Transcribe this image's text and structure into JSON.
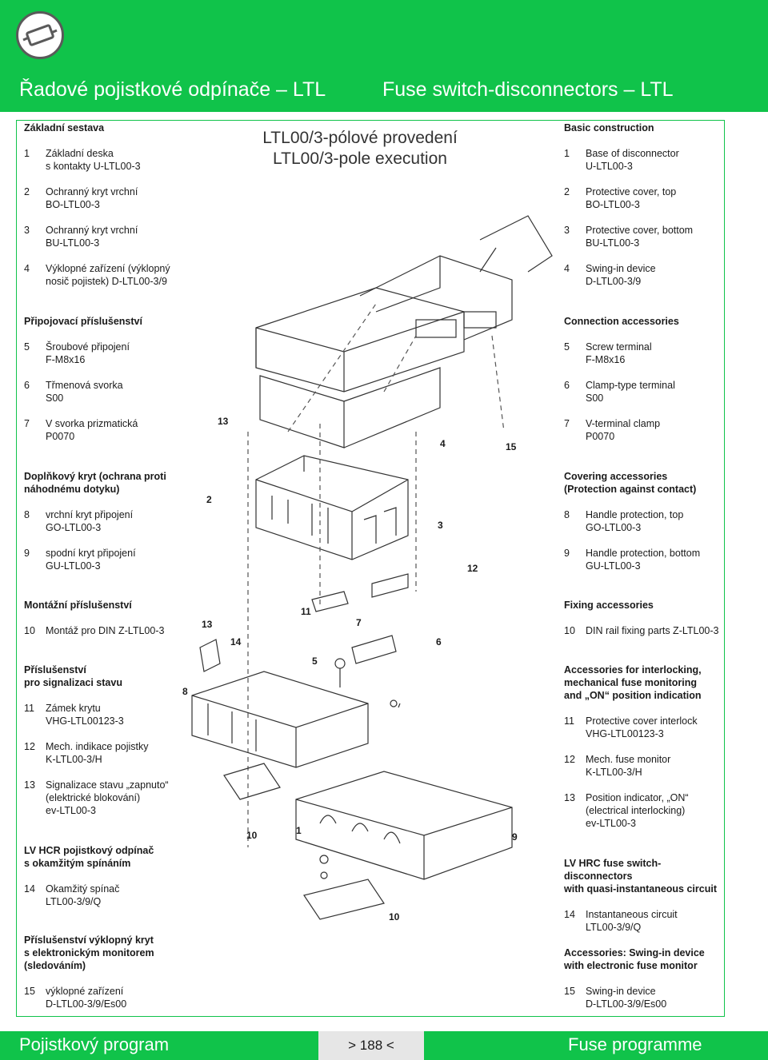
{
  "header": {
    "title_cz": "Řadové pojistkové odpínače – LTL",
    "title_en": "Fuse switch-disconnectors – LTL"
  },
  "center_title": {
    "line1": "LTL00/3-pólové provedení",
    "line2": "LTL00/3-pole execution"
  },
  "left": {
    "sections": [
      {
        "title": "Základní sestava",
        "items": [
          {
            "num": "1",
            "text": "Základní deska\ns kontakty U-LTL00-3"
          },
          {
            "num": "2",
            "text": "Ochranný kryt vrchní\nBO-LTL00-3"
          },
          {
            "num": "3",
            "text": "Ochranný kryt vrchní\nBU-LTL00-3"
          },
          {
            "num": "4",
            "text": "Výklopné zařízení (výklopný\nnosič pojistek) D-LTL00-3/9"
          }
        ]
      },
      {
        "title": "Připojovací příslušenství",
        "items": [
          {
            "num": "5",
            "text": "Šroubové připojení\nF-M8x16"
          },
          {
            "num": "6",
            "text": "Třmenová svorka\nS00"
          },
          {
            "num": "7",
            "text": "V svorka prizmatická\nP0070"
          }
        ]
      },
      {
        "title": "Doplňkový kryt (ochrana proti\nnáhodnému dotyku)",
        "items": [
          {
            "num": "8",
            "text": "vrchní kryt připojení\nGO-LTL00-3"
          },
          {
            "num": "9",
            "text": "spodní kryt připojení\nGU-LTL00-3"
          }
        ]
      },
      {
        "title": "Montážní příslušenství",
        "items": [
          {
            "num": "10",
            "text": "Montáž pro DIN Z-LTL00-3"
          }
        ]
      },
      {
        "title": "Příslušenství\npro signalizaci stavu",
        "items": [
          {
            "num": "11",
            "text": "Zámek krytu\nVHG-LTL00123-3"
          },
          {
            "num": "12",
            "text": "Mech. indikace pojistky\nK-LTL00-3/H"
          },
          {
            "num": "13",
            "text": "Signalizace stavu „zapnuto“\n(elektrické blokování)\nev-LTL00-3"
          }
        ]
      },
      {
        "title": "LV HCR pojistkový odpínač\ns okamžitým spínáním",
        "items": [
          {
            "num": "14",
            "text": "Okamžitý spínač\nLTL00-3/9/Q"
          }
        ]
      },
      {
        "title": "Příslušenství výklopný kryt\ns elektronickým monitorem\n(sledováním)",
        "items": [
          {
            "num": "15",
            "text": "výklopné zařízení\nD-LTL00-3/9/Es00"
          }
        ]
      }
    ]
  },
  "right": {
    "sections": [
      {
        "title": "Basic construction",
        "items": [
          {
            "num": "1",
            "text": "Base of disconnector\nU-LTL00-3"
          },
          {
            "num": "2",
            "text": "Protective cover, top\nBO-LTL00-3"
          },
          {
            "num": "3",
            "text": "Protective cover, bottom\nBU-LTL00-3"
          },
          {
            "num": "4",
            "text": "Swing-in device\nD-LTL00-3/9"
          }
        ]
      },
      {
        "title": "Connection accessories",
        "items": [
          {
            "num": "5",
            "text": "Screw terminal\nF-M8x16"
          },
          {
            "num": "6",
            "text": "Clamp-type terminal\nS00"
          },
          {
            "num": "7",
            "text": "V-terminal clamp\nP0070"
          }
        ]
      },
      {
        "title": "Covering accessories\n(Protection against contact)",
        "items": [
          {
            "num": "8",
            "text": "Handle protection, top\nGO-LTL00-3"
          },
          {
            "num": "9",
            "text": "Handle protection, bottom\nGU-LTL00-3"
          }
        ]
      },
      {
        "title": "Fixing accessories",
        "items": [
          {
            "num": "10",
            "text": "DIN rail fixing parts Z-LTL00-3"
          }
        ]
      },
      {
        "title": "Accessories for interlocking,\nmechanical fuse monitoring\nand „ON“ position indication",
        "items": [
          {
            "num": "11",
            "text": "Protective cover interlock\nVHG-LTL00123-3"
          },
          {
            "num": "12",
            "text": "Mech. fuse monitor\nK-LTL00-3/H"
          },
          {
            "num": "13",
            "text": "Position indicator, „ON“\n(electrical interlocking)\nev-LTL00-3"
          }
        ]
      },
      {
        "title": "LV HRC fuse switch-disconnectors\nwith quasi-instantaneous circuit",
        "items": [
          {
            "num": "14",
            "text": "Instantaneous circuit\nLTL00-3/9/Q"
          }
        ]
      },
      {
        "title": "Accessories: Swing-in device\nwith electronic fuse monitor",
        "items": [
          {
            "num": "15",
            "text": "Swing-in device\nD-LTL00-3/9/Es00"
          }
        ]
      }
    ]
  },
  "diagram": {
    "callouts": [
      "13",
      "4",
      "15",
      "2",
      "3",
      "12",
      "11",
      "7",
      "13",
      "14",
      "6",
      "5",
      "8",
      "10",
      "1",
      "9",
      "10"
    ]
  },
  "footer": {
    "left": "Pojistkový program",
    "page": "> 188 <",
    "right": "Fuse programme"
  },
  "colors": {
    "brand_green": "#10c34a",
    "page_box": "#e6e6e6"
  }
}
